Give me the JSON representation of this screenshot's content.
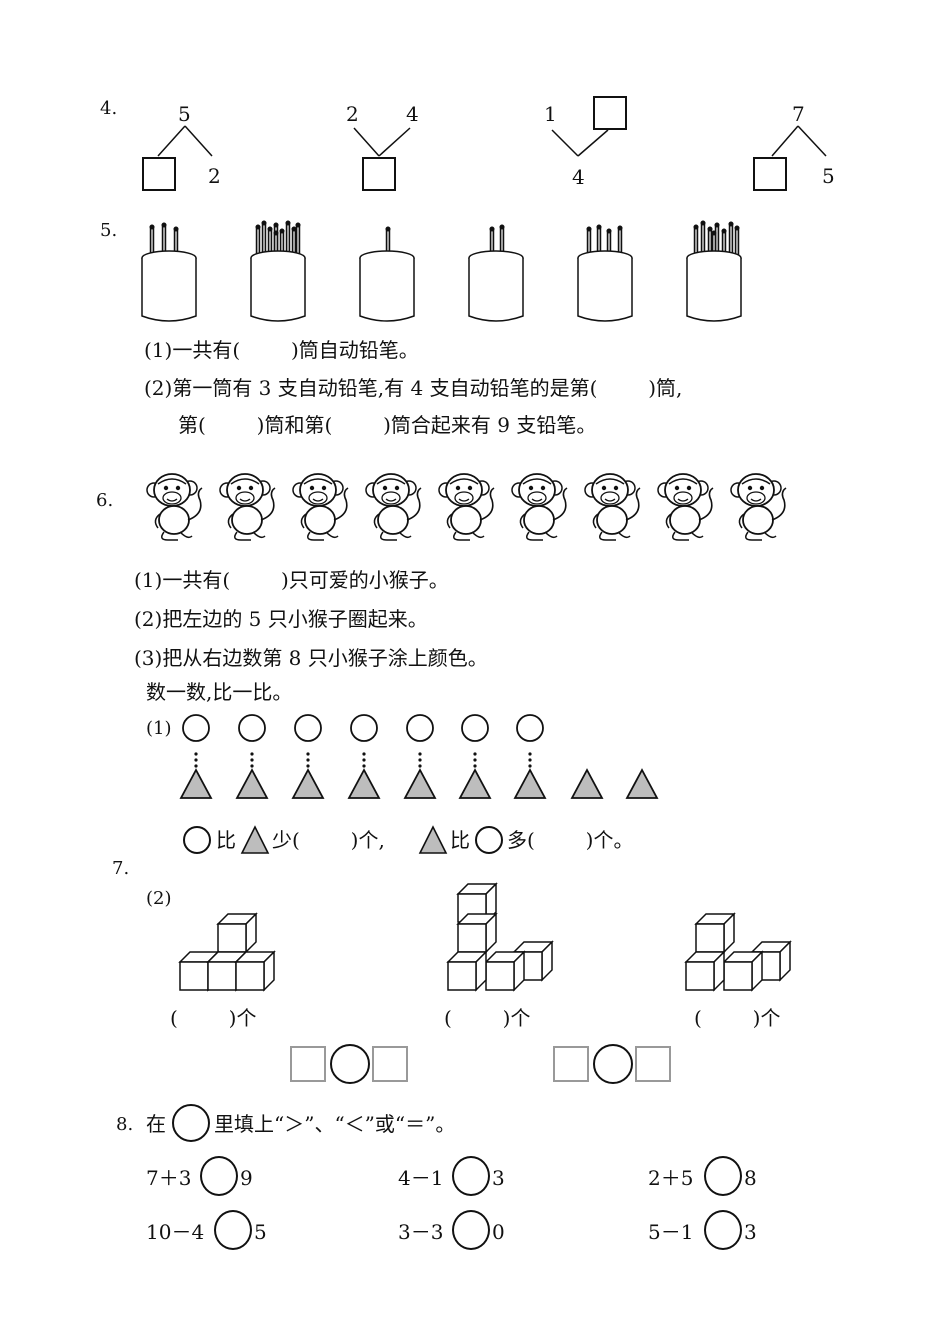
{
  "q4": {
    "number": "4.",
    "items": [
      {
        "top": "5",
        "right": "2"
      },
      {
        "left": "2",
        "right": "4"
      },
      {
        "left": "1",
        "bottom": "4"
      },
      {
        "top": "7",
        "right": "5"
      }
    ]
  },
  "q5": {
    "number": "5.",
    "line1": "(1)一共有(        )筒自动铅笔。",
    "line2": "(2)第一筒有 3 支自动铅笔,有 4 支自动铅笔的是第(        )筒,",
    "line3": "第(        )筒和第(        )筒合起来有 9 支铅笔。"
  },
  "q6": {
    "number": "6.",
    "line1": "(1)一共有(        )只可爱的小猴子。",
    "line2": "(2)把左边的 5 只小猴子圈起来。",
    "line3": "(3)把从右边数第 8 只小猴子涂上颜色。",
    "line4": "数一数,比一比。",
    "sub1": "(1)",
    "compare_a": "比",
    "compare_b": "少(        )个,",
    "compare_c": "比",
    "compare_d": "多(        )个。"
  },
  "q7": {
    "number": "7.",
    "sub2": "(2)",
    "answer_label": "(        )个"
  },
  "q8": {
    "number": "8.",
    "instruction_a": "在",
    "instruction_b": "里填上“＞”、“＜”或“＝”。",
    "rows": [
      [
        "7＋3",
        "9",
        "4－1",
        "3",
        "2＋5",
        "8"
      ],
      [
        "10－4",
        "5",
        "3－3",
        "0",
        "5－1",
        "3"
      ]
    ]
  }
}
